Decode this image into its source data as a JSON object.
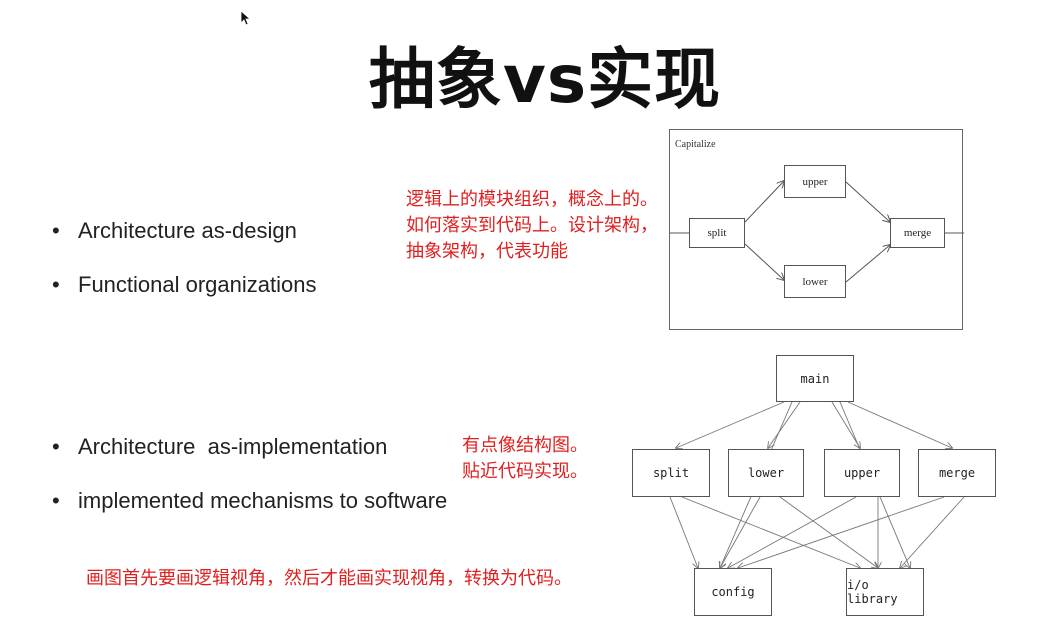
{
  "slide": {
    "title": "抽象vs实现",
    "bullets": [
      "Architecture as-design",
      "Functional organizations",
      "Architecture  as-implementation",
      "implemented mechanisms to software"
    ],
    "notes": {
      "design_1": "逻辑上的模块组织，概念上的。",
      "design_2": "如何落实到代码上。设计架构，",
      "design_3": "抽象架构，代表功能",
      "impl_1": "有点像结构图。",
      "impl_2": "贴近代码实现。",
      "bottom": "画图首先要画逻辑视角，然后才能画实现视角，转换为代码。"
    },
    "bullet_marker": "•"
  },
  "design_diagram": {
    "caption": "Capitalize",
    "nodes": {
      "split": "split",
      "upper": "upper",
      "lower": "lower",
      "merge": "merge"
    }
  },
  "impl_diagram": {
    "nodes": {
      "main": "main",
      "split": "split",
      "lower": "lower",
      "upper": "upper",
      "merge": "merge",
      "config": "config",
      "io": "i/o library"
    }
  },
  "colors": {
    "note": "#e02020",
    "text": "#222222",
    "line": "#555555"
  }
}
